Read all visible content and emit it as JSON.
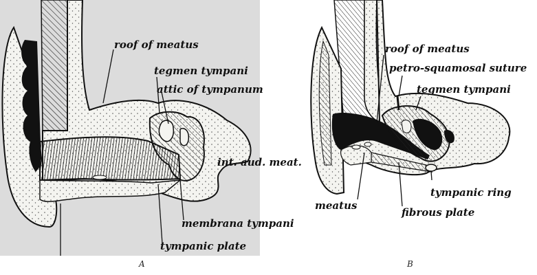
{
  "figure_a": {
    "caption": "A",
    "labels": {
      "roof_of_meatus": "roof of meatus",
      "tegmen_tympani": "tegmen tympani",
      "attic_of_tympanum": "attic of tympanum",
      "int_aud_meat": "int. aud. meat.",
      "membrana_tympani": "membrana tympani",
      "tympanic_plate": "tympanic plate"
    }
  },
  "figure_b": {
    "caption": "B",
    "labels": {
      "roof_of_meatus": "roof of meatus",
      "petro_squamosal_suture": "petro-squamosal suture",
      "tegmen_tympani": "tegmen tympani",
      "tympanic_ring": "tympanic ring",
      "meatus": "meatus",
      "fibrous_plate": "fibrous plate"
    }
  },
  "colors": {
    "panel_a_background": "#dcdcdc",
    "ink": "#111111",
    "bone_fill": "#f4f4f0"
  }
}
